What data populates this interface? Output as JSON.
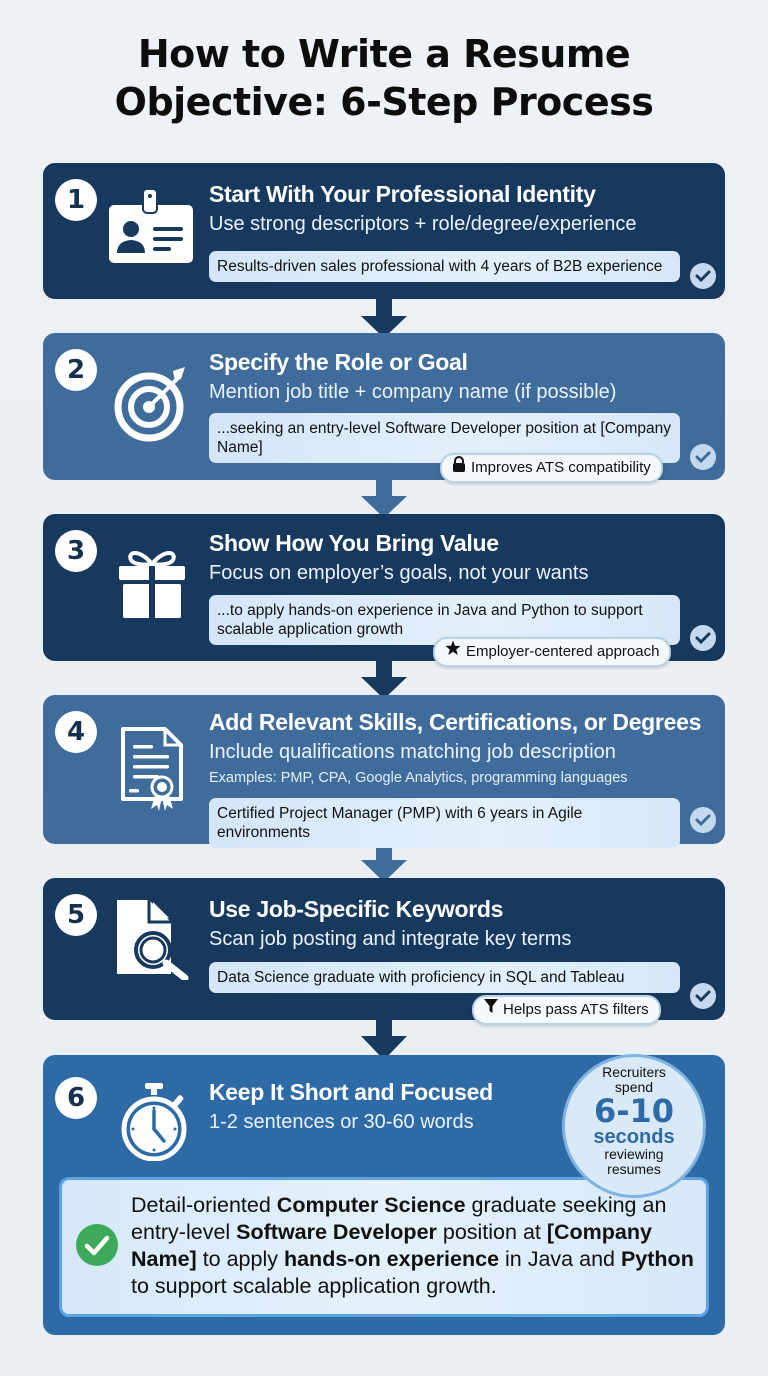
{
  "title": {
    "line1": "How to Write a Resume",
    "line2": "Objective: 6-Step Process"
  },
  "colors": {
    "dark_card": "#18395e",
    "mid_card": "#3f6c9b",
    "bright_card": "#2d6aa6",
    "example_bg": "#dcebf9",
    "green_check": "#3daa5a",
    "accent_text": "#2e6aa5"
  },
  "steps": [
    {
      "number": "1",
      "icon": "id-badge-icon",
      "heading": "Start With Your Professional Identity",
      "subheading": "Use strong descriptors + role/degree/experience",
      "example": "Results-driven sales professional with 4 years of B2B experience"
    },
    {
      "number": "2",
      "icon": "target-icon",
      "heading": "Specify the Role or Goal",
      "subheading": "Mention job title + company name (if possible)",
      "example": "...seeking an entry-level Software Developer position at [Company Name]",
      "badge": {
        "icon": "lock-icon",
        "label": "Improves ATS compatibility"
      }
    },
    {
      "number": "3",
      "icon": "gift-icon",
      "heading": "Show How You Bring Value",
      "subheading": "Focus on employer’s goals, not your wants",
      "example": "...to apply hands-on experience in Java and Python to support scalable application growth",
      "badge": {
        "icon": "star-icon",
        "label": "Employer-centered approach"
      }
    },
    {
      "number": "4",
      "icon": "certificate-icon",
      "heading": "Add Relevant Skills, Certifications, or Degrees",
      "subheading": "Include qualifications matching job description",
      "note": "Examples: PMP, CPA, Google Analytics, programming languages",
      "example": "Certified Project Manager (PMP) with 6 years in Agile environments"
    },
    {
      "number": "5",
      "icon": "document-search-icon",
      "heading": "Use Job-Specific Keywords",
      "subheading": "Scan job posting and integrate key terms",
      "example": "Data Science graduate with proficiency in SQL and Tableau",
      "badge": {
        "icon": "filter-icon",
        "label": "Helps pass ATS filters"
      }
    },
    {
      "number": "6",
      "icon": "stopwatch-icon",
      "heading": "Keep It Short and Focused",
      "subheading": "1-2 sentences or 30-60 words",
      "stat": {
        "line1": "Recruiters",
        "line2": "spend",
        "value": "6-10",
        "unit": "seconds",
        "line3": "reviewing",
        "line4": "resumes"
      },
      "final_example": {
        "t1": "Detail-oriented ",
        "b1": "Computer Science",
        "t2": " graduate seeking an entry-level ",
        "b2": "Software Developer",
        "t3": " position at ",
        "b3": "[Company Name]",
        "t4": " to apply ",
        "b4": "hands-on experience",
        "t5": " in Java and ",
        "b5": "Python",
        "t6": " to support scalable application growth."
      }
    }
  ]
}
